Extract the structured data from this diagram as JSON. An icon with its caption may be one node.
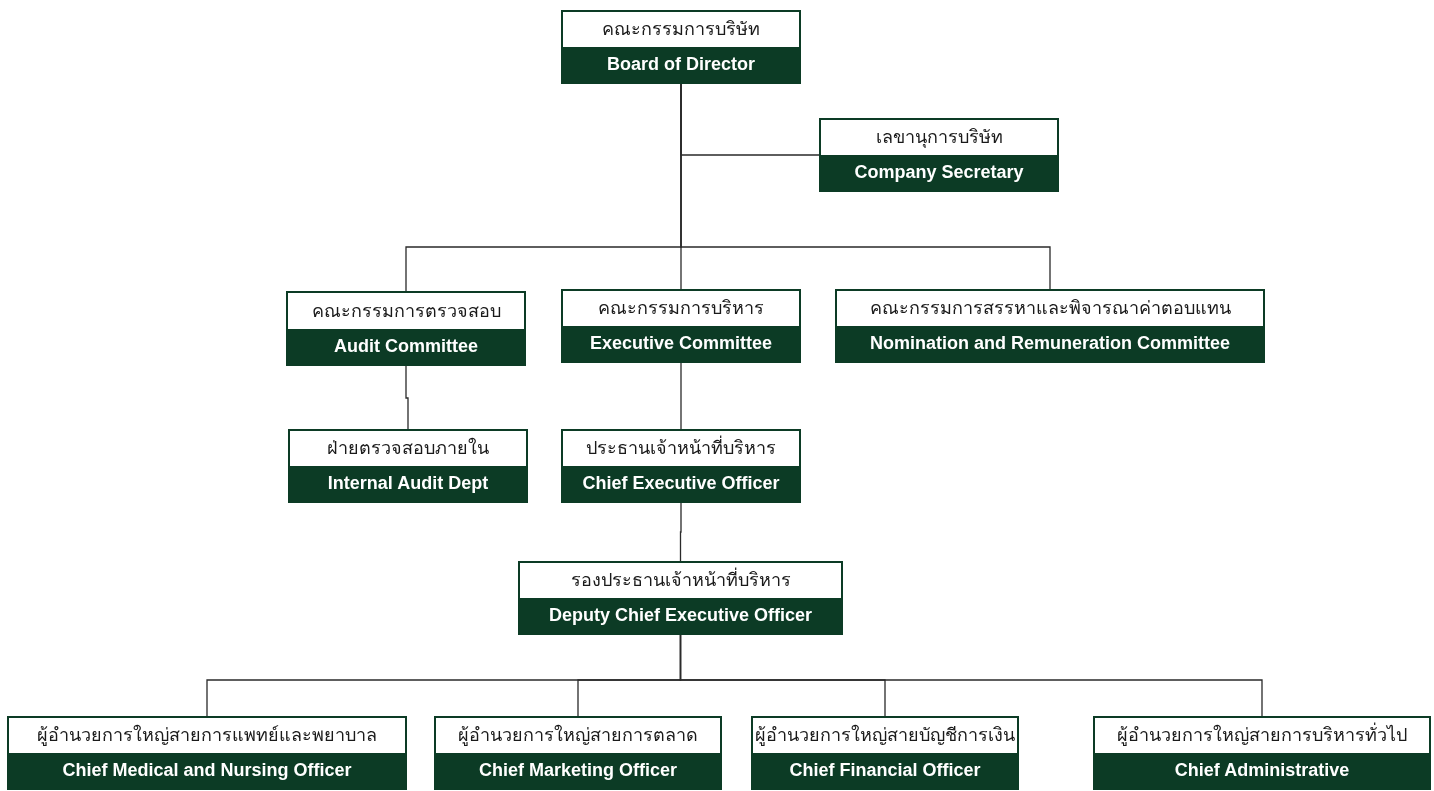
{
  "diagram": {
    "nodes": [
      {
        "text": [
          "คณะกรรมการบริษัท",
          "Board of Director"
        ]
      },
      {
        "text": [
          "เลขานุการบริษัท",
          "Company Secretary"
        ]
      },
      {
        "text": [
          "คณะกรรมการตรวจสอบ",
          "Audit Committee"
        ]
      },
      {
        "text": [
          "คณะกรรมการบริหาร",
          "Executive Committee"
        ]
      },
      {
        "text": [
          "คณะกรรมการสรรหาและพิจารณาค่าตอบแทน",
          "Nomination and Remuneration Committee"
        ]
      },
      {
        "text": [
          "ฝ่ายตรวจสอบภายใน",
          "Internal Audit Dept"
        ]
      },
      {
        "text": [
          "ประธานเจ้าหน้าที่บริหาร",
          "Chief Executive Officer"
        ]
      },
      {
        "text": [
          "รองประธานเจ้าหน้าที่บริหาร",
          "Deputy Chief Executive Officer"
        ]
      },
      {
        "text": [
          "ผู้อำนวยการใหญ่สายการแพทย์และพยาบาล",
          "Chief Medical and Nursing Officer"
        ]
      },
      {
        "text": [
          "ผู้อำนวยการใหญ่สายการตลาด",
          "Chief Marketing Officer"
        ]
      },
      {
        "text": [
          "ผู้อำนวยการใหญ่สายบัญชีการเงิน",
          "Chief Financial Officer"
        ]
      },
      {
        "text": [
          "ผู้อำนวยการใหญ่สายการบริหารทั่วไป",
          "Chief Administrative"
        ]
      }
    ],
    "edges": [
      {
        "from": 0,
        "to": 1,
        "arrow": "none"
      },
      {
        "from": 0,
        "to": 2,
        "arrow": "none"
      },
      {
        "from": 0,
        "to": 3,
        "arrow": "none"
      },
      {
        "from": 0,
        "to": 4,
        "arrow": "none"
      },
      {
        "from": 2,
        "to": 5,
        "arrow": "none"
      },
      {
        "from": 3,
        "to": 6,
        "arrow": "none"
      },
      {
        "from": 6,
        "to": 7,
        "arrow": "none"
      },
      {
        "from": 7,
        "to": 8,
        "arrow": "none"
      },
      {
        "from": 7,
        "to": 9,
        "arrow": "none"
      },
      {
        "from": 7,
        "to": 10,
        "arrow": "none"
      },
      {
        "from": 7,
        "to": 11,
        "arrow": "none"
      }
    ]
  }
}
